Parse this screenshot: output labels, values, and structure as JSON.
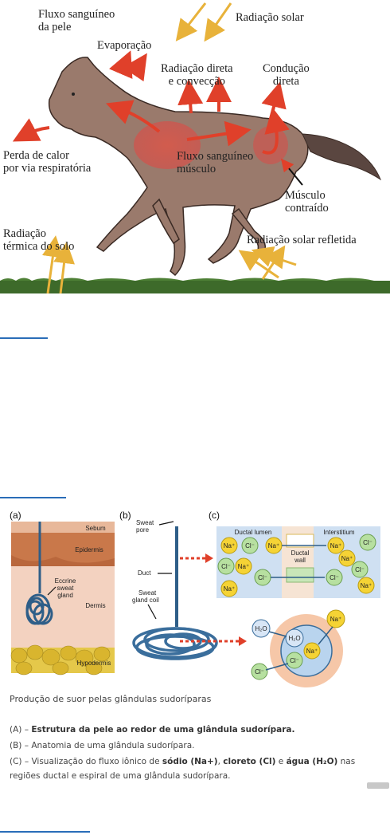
{
  "figure1": {
    "labels": {
      "skin_blood_flow": "Fluxo sanguíneo\nda pele",
      "solar_radiation": "Radiação solar",
      "evaporation": "Evaporação",
      "direct_radiation_convection": "Radiação direta\ne convecção",
      "direct_conduction": "Condução\ndireta",
      "respiratory_heat_loss": "Perda de calor\npor via respiratória",
      "muscle_blood_flow": "Fluxo sanguíneo\nmúsculo",
      "contracted_muscle": "Músculo\ncontraído",
      "ground_thermal_radiation": "Radiação\ntérmica do solo",
      "reflected_solar_radiation": "Radiação solar refletida"
    },
    "colors": {
      "heat_arrow": "#e0402a",
      "solar_arrow": "#e8b23a",
      "horse": "#9a7a6c",
      "ground": "#3d6a2a"
    }
  },
  "figure2": {
    "panel_labels": [
      "(a)",
      "(b)",
      "(c)"
    ],
    "panel_a": {
      "sebum": "Sebum",
      "epidermis": "Epidermis",
      "gland": "Eccrine\nsweat\ngland",
      "dermis": "Dermis",
      "hypodermis": "Hypodermis"
    },
    "panel_b": {
      "pore": "Sweat\npore",
      "duct": "Duct",
      "coil": "Sweat\ngland coil"
    },
    "panel_c": {
      "ductal_lumen": "Ductal lumen",
      "interstitium": "Interstitium",
      "ductal_wall": "Ductal\nwall",
      "na": "Na⁺",
      "cl": "Cl⁻",
      "h2o": "H₂O"
    },
    "caption": {
      "title": "Produção de suor pelas glândulas sudoríparas",
      "a_prefix": "(A) – ",
      "a_bold": "Estrutura da pele ao redor de uma glândula sudorípara.",
      "b": "(B) – Anatomia de uma glândula sudorípara.",
      "c_part1": "(C) – Visualização do fluxo iônico de ",
      "c_sodium": "sódio (Na+)",
      "c_sep1": ", ",
      "c_chloride": "cloreto (Cl)",
      "c_sep2": " e ",
      "c_water": "água (H₂O)",
      "c_part2": " nas",
      "c_line2": "regiões ductal e espiral de uma glândula sudorípara."
    }
  }
}
